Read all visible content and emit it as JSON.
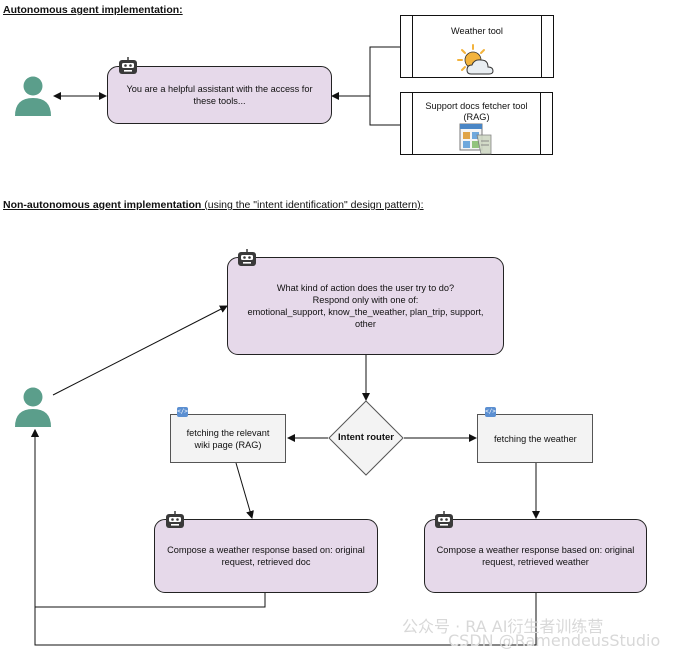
{
  "sections": {
    "autonomous_title": "Autonomous agent implementation:",
    "non_autonomous_title": "Non-autonomous agent implementation",
    "non_autonomous_subtitle": " (using the \"intent identification\" design pattern):"
  },
  "autonomous": {
    "assistant_prompt": "You are a helpful assistant with the access for these tools...",
    "weather_tool": "Weather tool",
    "docs_tool": "Support docs fetcher tool (RAG)"
  },
  "non_autonomous": {
    "intent_prompt_line1": "What kind of action does the user try to do?",
    "intent_prompt_line2": "Respond only with one of:",
    "intent_prompt_line3": "emotional_support, know_the_weather, plan_trip, support, other",
    "router": "Intent router",
    "fetch_wiki": "fetching the relevant wiki page (RAG)",
    "fetch_weather": "fetching the weather",
    "compose_doc": "Compose a weather response based on: original request, retrieved doc",
    "compose_weather": "Compose a weather response based on: original request, retrieved weather"
  },
  "watermark": {
    "line1": "公众号 · RA AI衍生者训练营",
    "line2": "CSDN @RamendeusStudio"
  },
  "colors": {
    "user_icon": "#5b9e8b",
    "llm_box": "#e6d9ea",
    "robot": "#3a3a3a",
    "sun": "#f2b33d"
  }
}
